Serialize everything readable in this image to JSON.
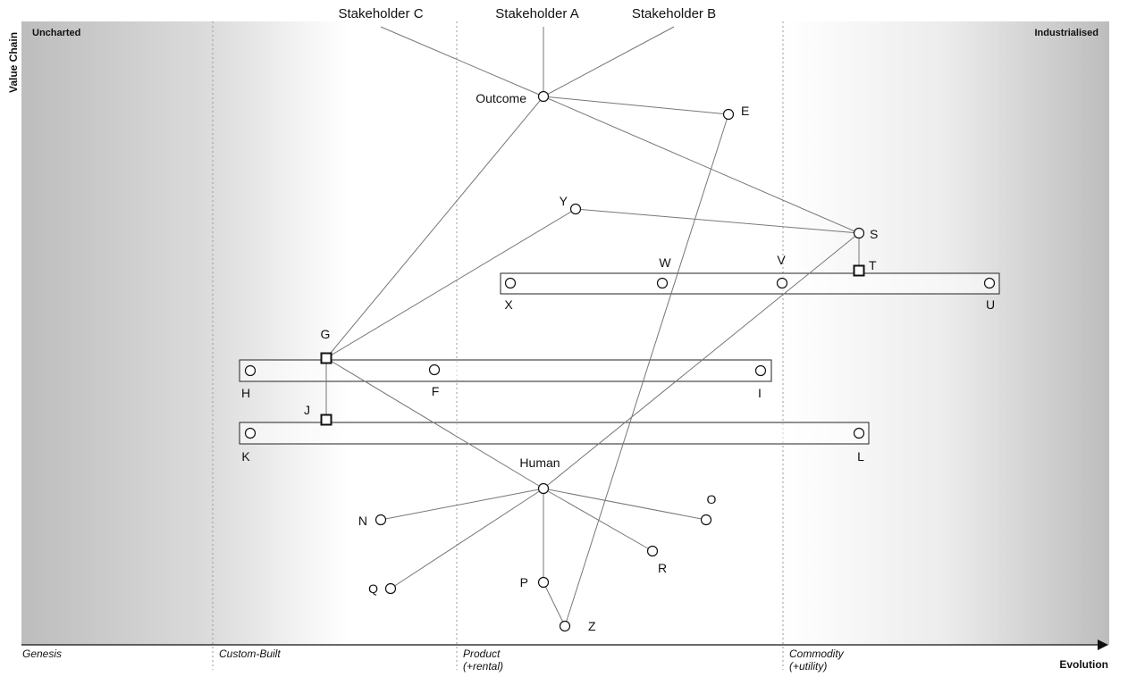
{
  "map": {
    "corners": {
      "left": "Uncharted",
      "right": "Industrialised"
    },
    "axes": {
      "y_title": "Value Chain",
      "x_title": "Evolution"
    },
    "stages": [
      {
        "label": "Genesis",
        "sublabel": ""
      },
      {
        "label": "Custom-Built",
        "sublabel": ""
      },
      {
        "label": "Product",
        "sublabel": "(+rental)"
      },
      {
        "label": "Commodity",
        "sublabel": "(+utility)"
      }
    ],
    "stakeholders": [
      {
        "id": "C",
        "label": "Stakeholder C"
      },
      {
        "id": "A",
        "label": "Stakeholder A"
      },
      {
        "id": "B",
        "label": "Stakeholder B"
      }
    ],
    "components": [
      {
        "id": "outcome",
        "label": "Outcome",
        "shape": "circle"
      },
      {
        "id": "E",
        "label": "E",
        "shape": "circle"
      },
      {
        "id": "Y",
        "label": "Y",
        "shape": "circle"
      },
      {
        "id": "S",
        "label": "S",
        "shape": "circle"
      },
      {
        "id": "T",
        "label": "T",
        "shape": "square"
      },
      {
        "id": "W",
        "label": "W",
        "shape": "circle"
      },
      {
        "id": "V",
        "label": "V",
        "shape": "circle"
      },
      {
        "id": "X",
        "label": "X",
        "shape": "circle"
      },
      {
        "id": "U",
        "label": "U",
        "shape": "circle"
      },
      {
        "id": "G",
        "label": "G",
        "shape": "square"
      },
      {
        "id": "H",
        "label": "H",
        "shape": "circle"
      },
      {
        "id": "F",
        "label": "F",
        "shape": "circle"
      },
      {
        "id": "I",
        "label": "I",
        "shape": "circle"
      },
      {
        "id": "J",
        "label": "J",
        "shape": "square"
      },
      {
        "id": "K",
        "label": "K",
        "shape": "circle"
      },
      {
        "id": "L",
        "label": "L",
        "shape": "circle"
      },
      {
        "id": "human",
        "label": "Human",
        "shape": "circle"
      },
      {
        "id": "N",
        "label": "N",
        "shape": "circle"
      },
      {
        "id": "O",
        "label": "O",
        "shape": "circle"
      },
      {
        "id": "R",
        "label": "R",
        "shape": "circle"
      },
      {
        "id": "Q",
        "label": "Q",
        "shape": "circle"
      },
      {
        "id": "P",
        "label": "P",
        "shape": "circle"
      },
      {
        "id": "Z",
        "label": "Z",
        "shape": "circle"
      }
    ],
    "pipelines": [
      {
        "id": "pipeline-x-u",
        "members": [
          "X",
          "W",
          "V",
          "U"
        ]
      },
      {
        "id": "pipeline-h-i",
        "members": [
          "H",
          "F",
          "I"
        ]
      },
      {
        "id": "pipeline-k-l",
        "members": [
          "K",
          "L"
        ]
      }
    ],
    "links": [
      [
        "C",
        "outcome"
      ],
      [
        "A",
        "outcome"
      ],
      [
        "B",
        "outcome"
      ],
      [
        "outcome",
        "E"
      ],
      [
        "outcome",
        "S"
      ],
      [
        "outcome",
        "G"
      ],
      [
        "Y",
        "S"
      ],
      [
        "S",
        "T"
      ],
      [
        "G",
        "Y"
      ],
      [
        "G",
        "J"
      ],
      [
        "G",
        "human"
      ],
      [
        "S",
        "human"
      ],
      [
        "E",
        "Z"
      ],
      [
        "human",
        "N"
      ],
      [
        "human",
        "O"
      ],
      [
        "human",
        "R"
      ],
      [
        "human",
        "Q"
      ],
      [
        "human",
        "P"
      ],
      [
        "P",
        "Z"
      ]
    ]
  }
}
